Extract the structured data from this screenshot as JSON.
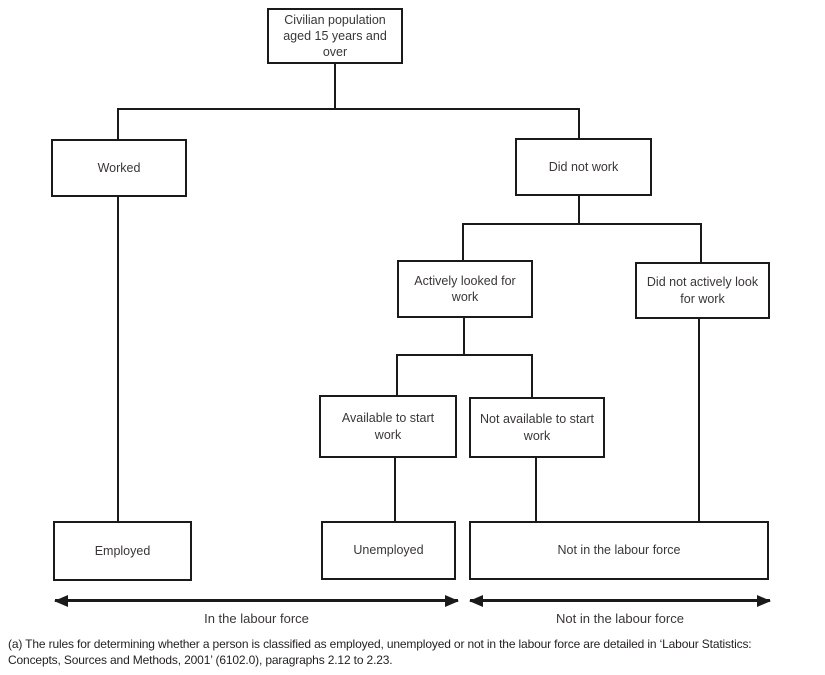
{
  "diagram": {
    "nodes": {
      "civilian": {
        "label": "Civilian population aged 15 years and over"
      },
      "worked": {
        "label": "Worked"
      },
      "did_not_work": {
        "label": "Did not work"
      },
      "actively_looked": {
        "label": "Actively looked for work"
      },
      "did_not_actively": {
        "label": "Did not actively look for work"
      },
      "available": {
        "label": "Available to start work"
      },
      "not_available": {
        "label": "Not available to start work"
      },
      "employed": {
        "label": "Employed"
      },
      "unemployed": {
        "label": "Unemployed"
      },
      "not_in_labour_force": {
        "label": "Not in the labour force"
      }
    },
    "edges": [
      {
        "from": "civilian",
        "to": "worked"
      },
      {
        "from": "civilian",
        "to": "did_not_work"
      },
      {
        "from": "did_not_work",
        "to": "actively_looked"
      },
      {
        "from": "did_not_work",
        "to": "did_not_actively"
      },
      {
        "from": "actively_looked",
        "to": "available"
      },
      {
        "from": "actively_looked",
        "to": "not_available"
      },
      {
        "from": "worked",
        "to": "employed"
      },
      {
        "from": "available",
        "to": "unemployed"
      },
      {
        "from": "not_available",
        "to": "not_in_labour_force"
      },
      {
        "from": "did_not_actively",
        "to": "not_in_labour_force"
      }
    ],
    "span_labels": {
      "in_labour_force": "In the labour force",
      "not_in_labour_force": "Not in the labour force"
    },
    "footnote": "(a) The rules for determining whether a person is classified as employed, unemployed or not in the labour force are detailed in ‘Labour Statistics: Concepts, Sources and Methods, 2001’ (6102.0), paragraphs 2.12 to 2.23.",
    "colors": {
      "line": "#1a1a1a",
      "text": "#231f20",
      "background": "#ffffff"
    }
  }
}
